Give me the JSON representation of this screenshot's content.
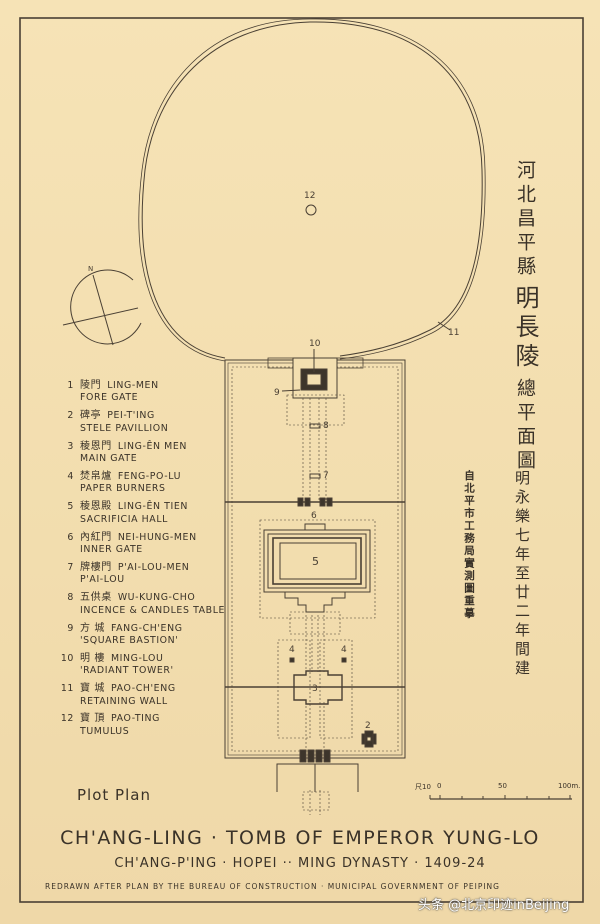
{
  "legend": [
    {
      "num": "1",
      "zh": "陵門",
      "name": "Ling-men",
      "desc": "Fore Gate"
    },
    {
      "num": "2",
      "zh": "碑亭",
      "name": "Pei-t'ing",
      "desc": "Stele Pavillion"
    },
    {
      "num": "3",
      "zh": "稜恩門",
      "name": "Ling-ên Men",
      "desc": "Main Gate"
    },
    {
      "num": "4",
      "zh": "焚帛爐",
      "name": "Feng-po-lu",
      "desc": "Paper Burners"
    },
    {
      "num": "5",
      "zh": "稜恩殿",
      "name": "Ling-ên Tien",
      "desc": "Sacrificia Hall"
    },
    {
      "num": "6",
      "zh": "內紅門",
      "name": "Nei-hung-men",
      "desc": "Inner Gate"
    },
    {
      "num": "7",
      "zh": "牌樓門",
      "name": "P'ai-lou-men",
      "desc": "P'ai-lou"
    },
    {
      "num": "8",
      "zh": "五供桌",
      "name": "Wu-kung-cho",
      "desc": "Incence & candles Table"
    },
    {
      "num": "9",
      "zh": "方 城",
      "name": "Fang-ch'eng",
      "desc": "'Square Bastion'"
    },
    {
      "num": "10",
      "zh": "明 樓",
      "name": "Ming-lou",
      "desc": "'Radiant Tower'"
    },
    {
      "num": "11",
      "zh": "寶 城",
      "name": "Pao-ch'eng",
      "desc": "Retaining Wall"
    },
    {
      "num": "12",
      "zh": "寶 頂",
      "name": "Pao-ting",
      "desc": "Tumulus"
    }
  ],
  "vertical_title": {
    "line1": "河北昌平縣",
    "line2": "明長陵",
    "line3": "總平面圖"
  },
  "vertical_date": "明永樂七年至廿二年間建",
  "vertical_source": "自北平市工務局實測圖重摹",
  "compass_label": "N",
  "scale": {
    "unit_label": "尺10",
    "zero": "0",
    "mid": "50",
    "end": "100m."
  },
  "plot_plan": "Plot Plan",
  "title": "CH'ANG-LING · TOMB OF EMPEROR YUNG-LO",
  "subtitle": "CH'ANG-P'ING · HOPEI ·· MING DYNASTY · 1409-24",
  "credit": "Redrawn after plan by the Bureau of Construction · Municipal Government of Peiping",
  "watermark": "头条 @北京印迹inBeijing",
  "colors": {
    "paper": "#f3dfb0",
    "ink": "#3a3228"
  }
}
